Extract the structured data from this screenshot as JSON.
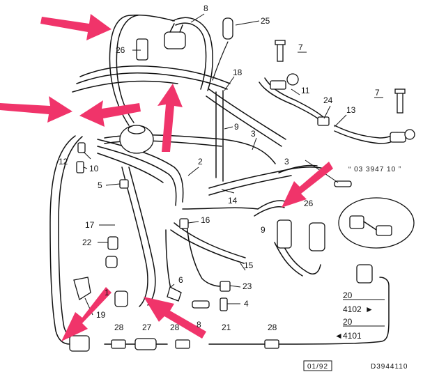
{
  "diagram": {
    "callouts": [
      {
        "id": "c8a",
        "label": "8"
      },
      {
        "id": "c25",
        "label": "25"
      },
      {
        "id": "c26a",
        "label": "26"
      },
      {
        "id": "c7a",
        "label": "7"
      },
      {
        "id": "c18",
        "label": "18"
      },
      {
        "id": "c11",
        "label": "11"
      },
      {
        "id": "c24",
        "label": "24"
      },
      {
        "id": "c13",
        "label": "13"
      },
      {
        "id": "c7b",
        "label": "7"
      },
      {
        "id": "c9a",
        "label": "9"
      },
      {
        "id": "c3a",
        "label": "3"
      },
      {
        "id": "c12",
        "label": "12"
      },
      {
        "id": "c10",
        "label": "10"
      },
      {
        "id": "c2",
        "label": "2"
      },
      {
        "id": "c3b",
        "label": "3"
      },
      {
        "id": "c5",
        "label": "5"
      },
      {
        "id": "c14",
        "label": "14"
      },
      {
        "id": "c26b",
        "label": "26"
      },
      {
        "id": "c17",
        "label": "17"
      },
      {
        "id": "c16",
        "label": "16"
      },
      {
        "id": "c9b",
        "label": "9"
      },
      {
        "id": "c22",
        "label": "22"
      },
      {
        "id": "c15",
        "label": "15"
      },
      {
        "id": "c1",
        "label": "1"
      },
      {
        "id": "c6",
        "label": "6"
      },
      {
        "id": "c23",
        "label": "23"
      },
      {
        "id": "c4",
        "label": "4"
      },
      {
        "id": "c19",
        "label": "19"
      },
      {
        "id": "c8b",
        "label": "8"
      },
      {
        "id": "c28a",
        "label": "28"
      },
      {
        "id": "c27",
        "label": "27"
      },
      {
        "id": "c28b",
        "label": "28"
      },
      {
        "id": "c21",
        "label": "21"
      },
      {
        "id": "c28c",
        "label": "28"
      },
      {
        "id": "c20a",
        "label": "20"
      },
      {
        "id": "c20b",
        "label": "20"
      }
    ],
    "references": {
      "detail_code": "“ 03 3947 10 ”",
      "ref_4102": "4102",
      "ref_4101": "4101",
      "date_box": "01/92",
      "drawing_id": "D3944110"
    },
    "annotation_arrows": {
      "color": "#f0346a",
      "count": 7
    }
  }
}
